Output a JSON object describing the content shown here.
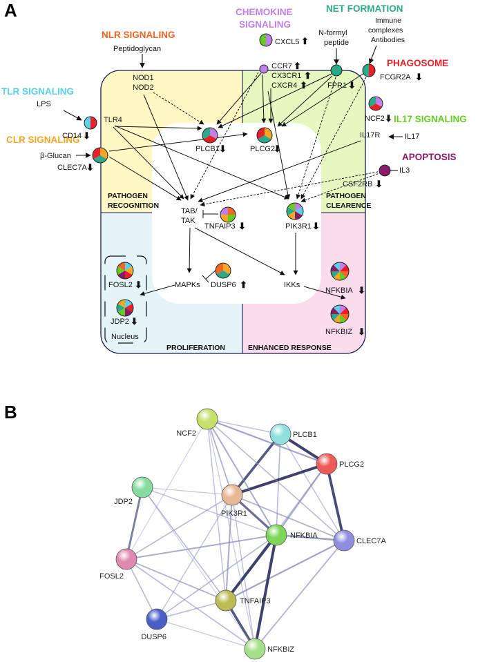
{
  "panel_a": {
    "letter": "A",
    "categories": {
      "nlr": {
        "label": "NLR SIGNALING",
        "color": "#f26522"
      },
      "chemokine_1": {
        "label": "CHEMOKINE",
        "color": "#c080e8"
      },
      "chemokine_2": {
        "label": "SIGNALING",
        "color": "#c080e8"
      },
      "net": {
        "label": "NET FORMATION",
        "color": "#2aaa8a"
      },
      "phagosome": {
        "label": "PHAGOSOME",
        "color": "#e8202a"
      },
      "tlr": {
        "label": "TLR SIGNALING",
        "color": "#5bd0e8"
      },
      "il17": {
        "label": "IL17 SIGNALING",
        "color": "#66cc22"
      },
      "clr": {
        "label": "CLR SIGNALING",
        "color": "#f5a623"
      },
      "apoptosis": {
        "label": "APOPTOSIS",
        "color": "#8a1a6a"
      }
    },
    "regions": {
      "pathogen_recognition_1": "PATHOGEN",
      "pathogen_recognition_2": "RECOGNITION",
      "pathogen_clearence_1": "PATHOGEN",
      "pathogen_clearence_2": "CLEARENCE",
      "proliferation": "PROLIFERATION",
      "enhanced_response": "ENHANCED RESPONSE"
    },
    "ligands": {
      "peptidoglycan": "Peptidoglycan",
      "lps": "LPS",
      "beta_glucan": "β-Glucan",
      "n_formyl_1": "N-formyl",
      "n_formyl_2": "peptide",
      "immune_1": "Immune",
      "immune_2": "complexes",
      "immune_3": "Antibodies",
      "il17": "IL17",
      "il3": "IL3"
    },
    "nodes": {
      "nod1": "NOD1",
      "nod2": "NOD2",
      "cxcl5": "CXCL5",
      "ccr7": "CCR7",
      "cx3cr1": "CX3CR1",
      "cxcr4": "CXCR4",
      "fpr1": "FPR1",
      "fcgr2a": "FCGR2A",
      "tlr4": "TLR4",
      "cd14": "CD14",
      "ncf2": "NCF2",
      "il17r": "IL17R",
      "plcb1": "PLCB1",
      "plcg2": "PLCG2",
      "clec7a": "CLEC7A",
      "csf2rb": "CSF2RB",
      "tab_1": "TAB/",
      "tab_2": "TAK",
      "tnfaip3": "TNFAIP3",
      "pik3r1": "PIK3R1",
      "mapks": "MAPKs",
      "dusp6": "DUSP6",
      "ikks": "IKKs",
      "fosl2": "FOSL2",
      "jdp2": "JDP2",
      "nucleus": "Nucleus",
      "nfkbia": "NFKBIA",
      "nfkbiz": "NFKBIZ"
    },
    "regulation": {
      "down": "⬇",
      "up": "⬆"
    }
  },
  "panel_b": {
    "letter": "B",
    "nodes": {
      "plcb1": {
        "label": "PLCB1",
        "color": "#8fe0dc"
      },
      "ncf2": {
        "label": "NCF2",
        "color": "#c6e06a"
      },
      "plcg2": {
        "label": "PLCG2",
        "color": "#ee5a5a"
      },
      "jdp2": {
        "label": "JDP2",
        "color": "#86dca0"
      },
      "pik3r1": {
        "label": "PIK3R1",
        "color": "#e8b896"
      },
      "clec7a": {
        "label": "CLEC7A",
        "color": "#8e8ee0"
      },
      "nfkbia": {
        "label": "NFKBIA",
        "color": "#7cd65a"
      },
      "fosl2": {
        "label": "FOSL2",
        "color": "#e088b0"
      },
      "tnfaip3": {
        "label": "TNFAIP3",
        "color": "#bcbc52"
      },
      "dusp6": {
        "label": "DUSP6",
        "color": "#4a5ec8"
      },
      "nfkbiz": {
        "label": "NFKBIZ",
        "color": "#a6e08a"
      }
    },
    "edges": [
      {
        "a": "plcb1",
        "b": "plcg2",
        "score": 0.95
      },
      {
        "a": "plcb1",
        "b": "pik3r1",
        "score": 0.85
      },
      {
        "a": "plcb1",
        "b": "ncf2",
        "score": 0.25
      },
      {
        "a": "plcb1",
        "b": "nfkbia",
        "score": 0.3
      },
      {
        "a": "plcb1",
        "b": "clec7a",
        "score": 0.25
      },
      {
        "a": "plcg2",
        "b": "pik3r1",
        "score": 0.95
      },
      {
        "a": "plcg2",
        "b": "clec7a",
        "score": 0.9
      },
      {
        "a": "plcg2",
        "b": "ncf2",
        "score": 0.45
      },
      {
        "a": "plcg2",
        "b": "nfkbia",
        "score": 0.4
      },
      {
        "a": "plcg2",
        "b": "tnfaip3",
        "score": 0.3
      },
      {
        "a": "ncf2",
        "b": "pik3r1",
        "score": 0.35
      },
      {
        "a": "ncf2",
        "b": "nfkbia",
        "score": 0.4
      },
      {
        "a": "ncf2",
        "b": "clec7a",
        "score": 0.3
      },
      {
        "a": "ncf2",
        "b": "tnfaip3",
        "score": 0.25
      },
      {
        "a": "pik3r1",
        "b": "nfkbia",
        "score": 0.75
      },
      {
        "a": "pik3r1",
        "b": "clec7a",
        "score": 0.35
      },
      {
        "a": "pik3r1",
        "b": "tnfaip3",
        "score": 0.4
      },
      {
        "a": "pik3r1",
        "b": "fosl2",
        "score": 0.3
      },
      {
        "a": "pik3r1",
        "b": "jdp2",
        "score": 0.2
      },
      {
        "a": "pik3r1",
        "b": "dusp6",
        "score": 0.25
      },
      {
        "a": "pik3r1",
        "b": "nfkbiz",
        "score": 0.25
      },
      {
        "a": "clec7a",
        "b": "nfkbia",
        "score": 0.5
      },
      {
        "a": "clec7a",
        "b": "tnfaip3",
        "score": 0.45
      },
      {
        "a": "clec7a",
        "b": "nfkbiz",
        "score": 0.35
      },
      {
        "a": "nfkbia",
        "b": "tnfaip3",
        "score": 0.95
      },
      {
        "a": "nfkbia",
        "b": "nfkbiz",
        "score": 0.95
      },
      {
        "a": "nfkbia",
        "b": "fosl2",
        "score": 0.4
      },
      {
        "a": "nfkbia",
        "b": "jdp2",
        "score": 0.25
      },
      {
        "a": "nfkbia",
        "b": "dusp6",
        "score": 0.3
      },
      {
        "a": "tnfaip3",
        "b": "nfkbiz",
        "score": 0.85
      },
      {
        "a": "tnfaip3",
        "b": "fosl2",
        "score": 0.35
      },
      {
        "a": "tnfaip3",
        "b": "dusp6",
        "score": 0.3
      },
      {
        "a": "tnfaip3",
        "b": "jdp2",
        "score": 0.2
      },
      {
        "a": "jdp2",
        "b": "fosl2",
        "score": 0.65
      },
      {
        "a": "jdp2",
        "b": "tnfaip3",
        "score": 0.2
      },
      {
        "a": "jdp2",
        "b": "nfkbiz",
        "score": 0.15
      },
      {
        "a": "fosl2",
        "b": "dusp6",
        "score": 0.3
      },
      {
        "a": "fosl2",
        "b": "nfkbiz",
        "score": 0.3
      },
      {
        "a": "dusp6",
        "b": "nfkbiz",
        "score": 0.2
      },
      {
        "a": "ncf2",
        "b": "nfkbiz",
        "score": 0.2
      },
      {
        "a": "ncf2",
        "b": "fosl2",
        "score": 0.15
      }
    ]
  }
}
